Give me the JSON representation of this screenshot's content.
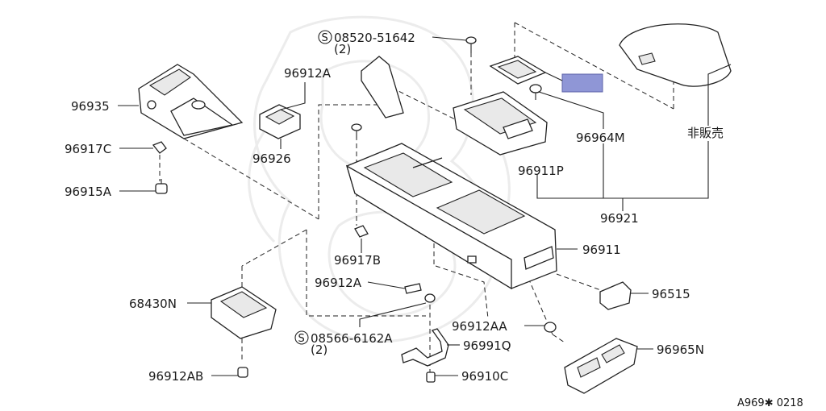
{
  "labels": {
    "p08520": "08520-51642",
    "p08520_qty": "(2)",
    "p96912A_top": "96912A",
    "p96935": "96935",
    "p96917C": "96917C",
    "p96915A": "96915A",
    "p96926": "96926",
    "p96964M": "96964M",
    "p96911P": "96911P",
    "p_not_for_sale": "非販売",
    "p96921": "96921",
    "p96917B": "96917B",
    "p96911": "96911",
    "p96912A_mid": "96912A",
    "p68430N": "68430N",
    "p96515": "96515",
    "p08566": "08566-6162A",
    "p08566_qty": "(2)",
    "p96912AA": "96912AA",
    "p96991Q": "96991Q",
    "p96965N": "96965N",
    "p96912AB": "96912AB",
    "p96910C": "96910C",
    "s_symbol": "S",
    "figure_code": "A969✱ 0218"
  },
  "colors": {
    "line": "#222222",
    "highlight": "#8f96d6",
    "watermark": "#ececec"
  }
}
